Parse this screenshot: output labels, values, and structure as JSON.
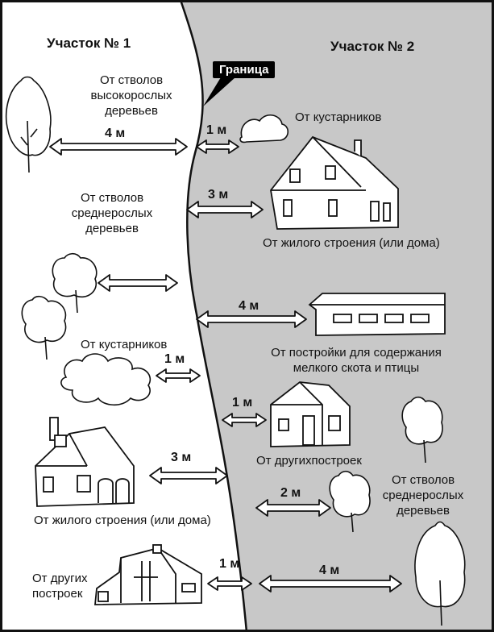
{
  "headings": {
    "plot1": "Участок № 1",
    "plot2": "Участок № 2",
    "border": "Граница"
  },
  "labels": {
    "tall_trees": "От стволов\nвысокорослых\nдеревьев",
    "shrubs_right": "От кустарников",
    "medium_trees_left": "От стволов\nсреднерослых\nдеревьев",
    "house_right": "От жилого строения (или дома)",
    "livestock": "От постройки для содержания\nмелкого скота и птицы",
    "shrubs_left": "От кустарников",
    "other_right": "От другихпостроек",
    "medium_trees_right": "От стволов\nсреднерослых\nдеревьев",
    "house_left": "От жилого строения (или дома)",
    "other_left": "От других\nпостроек"
  },
  "distances": {
    "tall_trees": "4 м",
    "shrubs_right": "1 м",
    "house_right": "3 м",
    "livestock": "4 м",
    "shrubs_left": "1 м",
    "other_right": "1 м",
    "house_left": "3 м",
    "medium_trees_right": "2 м",
    "other_left": "1 м",
    "bottom_trees": "4 м"
  },
  "colors": {
    "plot2_fill": "#c8c8c8",
    "ink": "#111111"
  }
}
